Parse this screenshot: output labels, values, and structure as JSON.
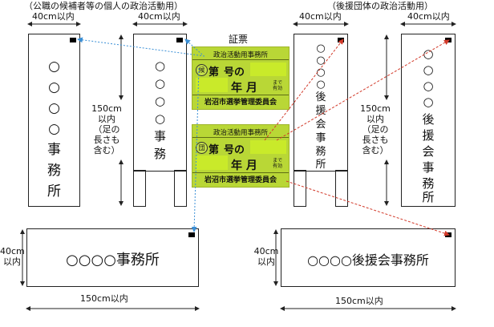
{
  "captions": {
    "left": "（公職の候補者等の個人の政治活動用）",
    "right": "（後援団体の政治活動用）"
  },
  "certificate_title": "証票",
  "dims": {
    "width_40": "40cm以内",
    "width_150": "150cm以内",
    "height_150": [
      "150cm",
      "以内",
      "（足の",
      "長さも",
      "含む）"
    ],
    "height_40": [
      "40cm",
      "以内"
    ]
  },
  "signs": {
    "tall_left": [
      "○",
      "○",
      "○",
      "○",
      "事",
      "務",
      "所"
    ],
    "standing_left": [
      "○",
      "○",
      "○",
      "○",
      "事",
      "務",
      "所"
    ],
    "standing_right": [
      "○",
      "○",
      "○",
      "○",
      "後",
      "援",
      "会",
      "事",
      "務",
      "所"
    ],
    "tall_right": [
      "○",
      "○",
      "○",
      "○",
      "後",
      "援",
      "会",
      "事",
      "務",
      "所"
    ],
    "horizontal_left": "○○○○事務所",
    "horizontal_right": "○○○○後援会事務所"
  },
  "certificates": [
    {
      "header": "政治活動用事務所",
      "badge": "候",
      "number_prefix": "第",
      "number_suffix": "号の",
      "date": "年 月",
      "valid": [
        "まで",
        "有効"
      ],
      "footer": "岩沼市選挙管理委員会"
    },
    {
      "header": "政治活動用事務所",
      "badge": "団",
      "number_prefix": "第",
      "number_suffix": "号の",
      "date": "年 月",
      "valid": [
        "まで",
        "有効"
      ],
      "footer": "岩沼市選挙管理委員会"
    }
  ],
  "colors": {
    "certificate_bg": "#b9d736",
    "blue_arrows": "#3a8fd6",
    "red_arrows": "#d23a2a"
  }
}
